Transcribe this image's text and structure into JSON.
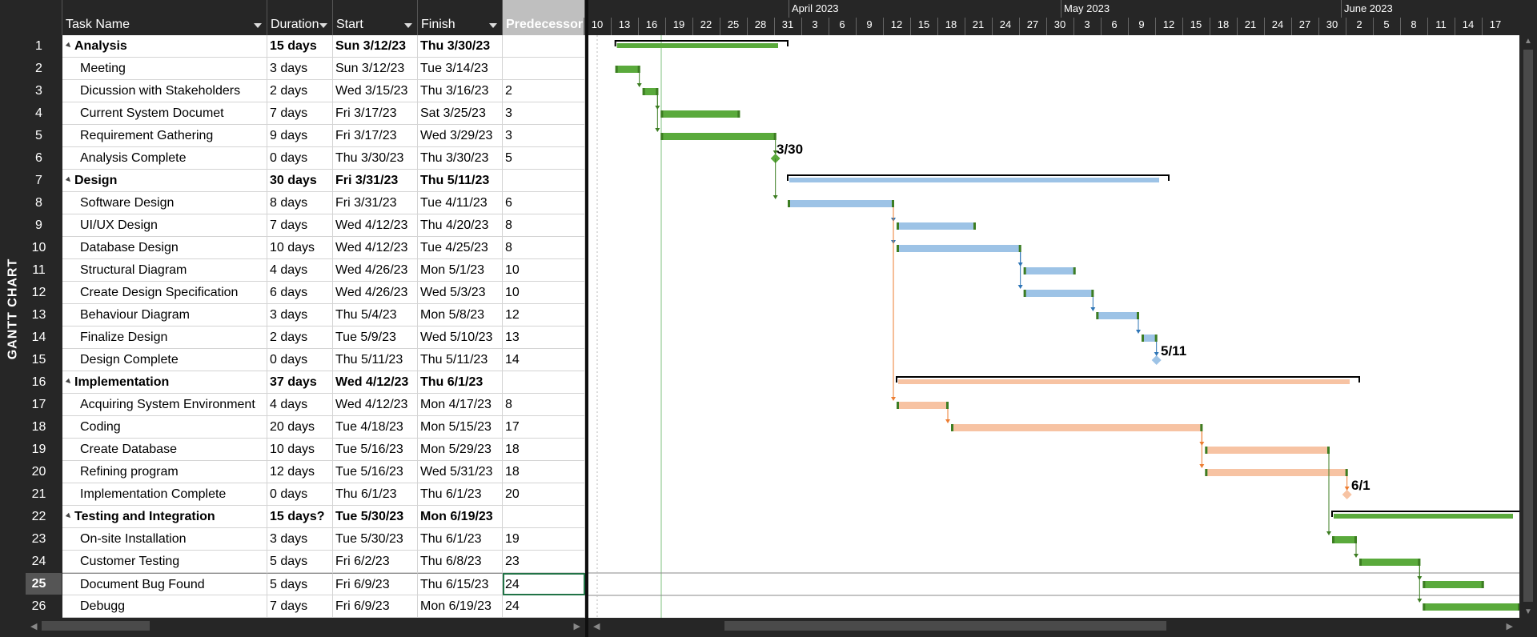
{
  "view_label": "GANTT CHART",
  "columns": [
    {
      "label": "Task Name"
    },
    {
      "label": "Duration"
    },
    {
      "label": "Start"
    },
    {
      "label": "Finish"
    },
    {
      "label": "Predecessors"
    }
  ],
  "timescale": {
    "months": [
      "April 2023",
      "May 2023",
      "June 2023"
    ],
    "days": [
      "10",
      "13",
      "16",
      "19",
      "22",
      "25",
      "28",
      "31",
      "3",
      "6",
      "9",
      "12",
      "15",
      "18",
      "21",
      "24",
      "27",
      "30",
      "3",
      "6",
      "9",
      "12",
      "15",
      "18",
      "21",
      "24",
      "27",
      "30",
      "2",
      "5",
      "8",
      "11",
      "14",
      "17"
    ]
  },
  "tasks": [
    {
      "id": "1",
      "name": "Analysis",
      "duration": "15 days",
      "start": "Sun 3/12/23",
      "finish": "Thu 3/30/23",
      "pred": "",
      "summary": true
    },
    {
      "id": "2",
      "name": "Meeting",
      "duration": "3 days",
      "start": "Sun 3/12/23",
      "finish": "Tue 3/14/23",
      "pred": ""
    },
    {
      "id": "3",
      "name": "Dicussion with Stakeholders",
      "duration": "2 days",
      "start": "Wed 3/15/23",
      "finish": "Thu 3/16/23",
      "pred": "2"
    },
    {
      "id": "4",
      "name": "Current System Documet",
      "duration": "7 days",
      "start": "Fri 3/17/23",
      "finish": "Sat 3/25/23",
      "pred": "3"
    },
    {
      "id": "5",
      "name": "Requirement Gathering",
      "duration": "9 days",
      "start": "Fri 3/17/23",
      "finish": "Wed 3/29/23",
      "pred": "3"
    },
    {
      "id": "6",
      "name": "Analysis Complete",
      "duration": "0 days",
      "start": "Thu 3/30/23",
      "finish": "Thu 3/30/23",
      "pred": "5"
    },
    {
      "id": "7",
      "name": "Design",
      "duration": "30 days",
      "start": "Fri 3/31/23",
      "finish": "Thu 5/11/23",
      "pred": "",
      "summary": true
    },
    {
      "id": "8",
      "name": "Software Design",
      "duration": "8 days",
      "start": "Fri 3/31/23",
      "finish": "Tue 4/11/23",
      "pred": "6"
    },
    {
      "id": "9",
      "name": "UI/UX Design",
      "duration": "7 days",
      "start": "Wed 4/12/23",
      "finish": "Thu 4/20/23",
      "pred": "8"
    },
    {
      "id": "10",
      "name": "Database Design",
      "duration": "10 days",
      "start": "Wed 4/12/23",
      "finish": "Tue 4/25/23",
      "pred": "8"
    },
    {
      "id": "11",
      "name": "Structural Diagram",
      "duration": "4 days",
      "start": "Wed 4/26/23",
      "finish": "Mon 5/1/23",
      "pred": "10"
    },
    {
      "id": "12",
      "name": "Create Design Specification",
      "duration": "6 days",
      "start": "Wed 4/26/23",
      "finish": "Wed 5/3/23",
      "pred": "10"
    },
    {
      "id": "13",
      "name": "Behaviour Diagram",
      "duration": "3 days",
      "start": "Thu 5/4/23",
      "finish": "Mon 5/8/23",
      "pred": "12"
    },
    {
      "id": "14",
      "name": "Finalize Design",
      "duration": "2 days",
      "start": "Tue 5/9/23",
      "finish": "Wed 5/10/23",
      "pred": "13"
    },
    {
      "id": "15",
      "name": "Design Complete",
      "duration": "0 days",
      "start": "Thu 5/11/23",
      "finish": "Thu 5/11/23",
      "pred": "14"
    },
    {
      "id": "16",
      "name": "Implementation",
      "duration": "37 days",
      "start": "Wed 4/12/23",
      "finish": "Thu 6/1/23",
      "pred": "",
      "summary": true
    },
    {
      "id": "17",
      "name": "Acquiring System Environment",
      "duration": "4 days",
      "start": "Wed 4/12/23",
      "finish": "Mon 4/17/23",
      "pred": "8"
    },
    {
      "id": "18",
      "name": "Coding",
      "duration": "20 days",
      "start": "Tue 4/18/23",
      "finish": "Mon 5/15/23",
      "pred": "17"
    },
    {
      "id": "19",
      "name": "Create Database",
      "duration": "10 days",
      "start": "Tue 5/16/23",
      "finish": "Mon 5/29/23",
      "pred": "18"
    },
    {
      "id": "20",
      "name": "Refining program",
      "duration": "12 days",
      "start": "Tue 5/16/23",
      "finish": "Wed 5/31/23",
      "pred": "18"
    },
    {
      "id": "21",
      "name": "Implementation Complete",
      "duration": "0 days",
      "start": "Thu 6/1/23",
      "finish": "Thu 6/1/23",
      "pred": "20"
    },
    {
      "id": "22",
      "name": "Testing and Integration",
      "duration": "15 days?",
      "start": "Tue 5/30/23",
      "finish": "Mon 6/19/23",
      "pred": "",
      "summary": true
    },
    {
      "id": "23",
      "name": "On-site Installation",
      "duration": "3 days",
      "start": "Tue 5/30/23",
      "finish": "Thu 6/1/23",
      "pred": "19"
    },
    {
      "id": "24",
      "name": "Customer Testing",
      "duration": "5 days",
      "start": "Fri 6/2/23",
      "finish": "Thu 6/8/23",
      "pred": "23"
    },
    {
      "id": "25",
      "name": "Document Bug Found",
      "duration": "5 days",
      "start": "Fri 6/9/23",
      "finish": "Thu 6/15/23",
      "pred": "24",
      "selected": true
    },
    {
      "id": "26",
      "name": "Debugg",
      "duration": "7 days",
      "start": "Fri 6/9/23",
      "finish": "Mon 6/19/23",
      "pred": "24"
    }
  ],
  "milestones": {
    "analysis": "3/30",
    "design": "5/11",
    "implementation": "6/1"
  },
  "colors": {
    "analysis": "#5aaa3c",
    "design": "#9dc3e6",
    "implementation": "#f7c3a3",
    "testing": "#5aaa3c",
    "link_green": "#3c7d22",
    "link_blue": "#2e75b6",
    "link_orange": "#ed7d31"
  }
}
